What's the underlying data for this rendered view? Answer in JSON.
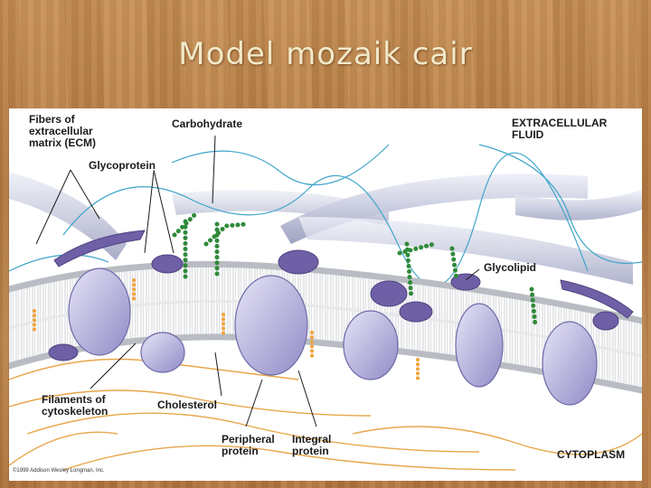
{
  "slide": {
    "title": "Model mozaik cair"
  },
  "figure": {
    "labels": {
      "ecm": "Fibers of\nextracellular\nmatrix (ECM)",
      "carbohydrate": "Carbohydrate",
      "extracellular_fluid": "EXTRACELLULAR\nFLUID",
      "glycoprotein": "Glycoprotein",
      "glycolipid": "Glycolipid",
      "filaments": "Filaments of\ncytoskeleton",
      "cholesterol": "Cholesterol",
      "peripheral_protein": "Peripheral\nprotein",
      "integral_protein": "Integral\nprotein",
      "cytoplasm": "CYTOPLASM"
    },
    "copyright": "©1999 Addison Wesley Longman, Inc.",
    "colors": {
      "protein": "#a6a3d6",
      "peripheral_protein": "#6f5fa6",
      "phospholipid_head": "#cfd3d8",
      "carbohydrate": "#2f8a3a",
      "cholesterol": "#f0a33a",
      "ecm_fiber": "#c9ccdf",
      "cytoskeleton": "#e8a64a"
    }
  }
}
